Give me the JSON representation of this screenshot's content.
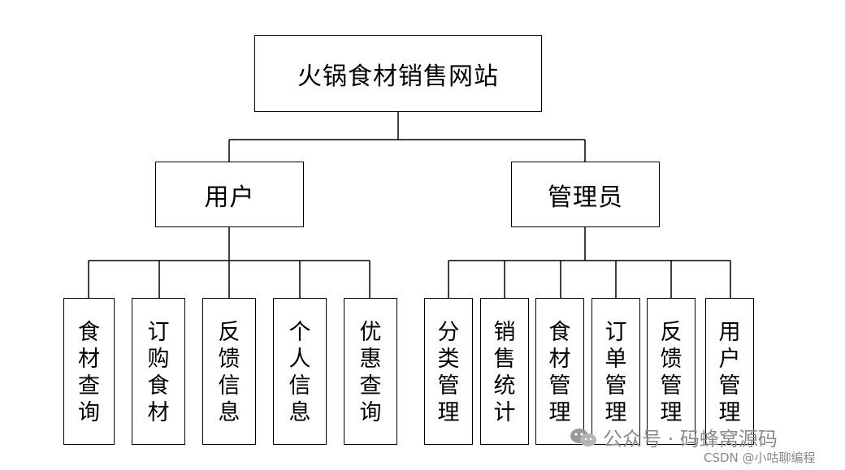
{
  "root": {
    "label": "火锅食材销售网站"
  },
  "roles": [
    {
      "label": "用户"
    },
    {
      "label": "管理员"
    }
  ],
  "user_modules": [
    {
      "label": "食材查询"
    },
    {
      "label": "订购食材"
    },
    {
      "label": "反馈信息"
    },
    {
      "label": "个人信息"
    },
    {
      "label": "优惠查询"
    }
  ],
  "admin_modules": [
    {
      "label": "分类管理"
    },
    {
      "label": "销售统计"
    },
    {
      "label": "食材管理"
    },
    {
      "label": "订单管理"
    },
    {
      "label": "反馈管理"
    },
    {
      "label": "用户管理"
    }
  ],
  "watermark": {
    "text": "公众号 · 码蜂窝源码",
    "sub": "CSDN @小咕聊编程",
    "icon": "wechat-icon"
  }
}
